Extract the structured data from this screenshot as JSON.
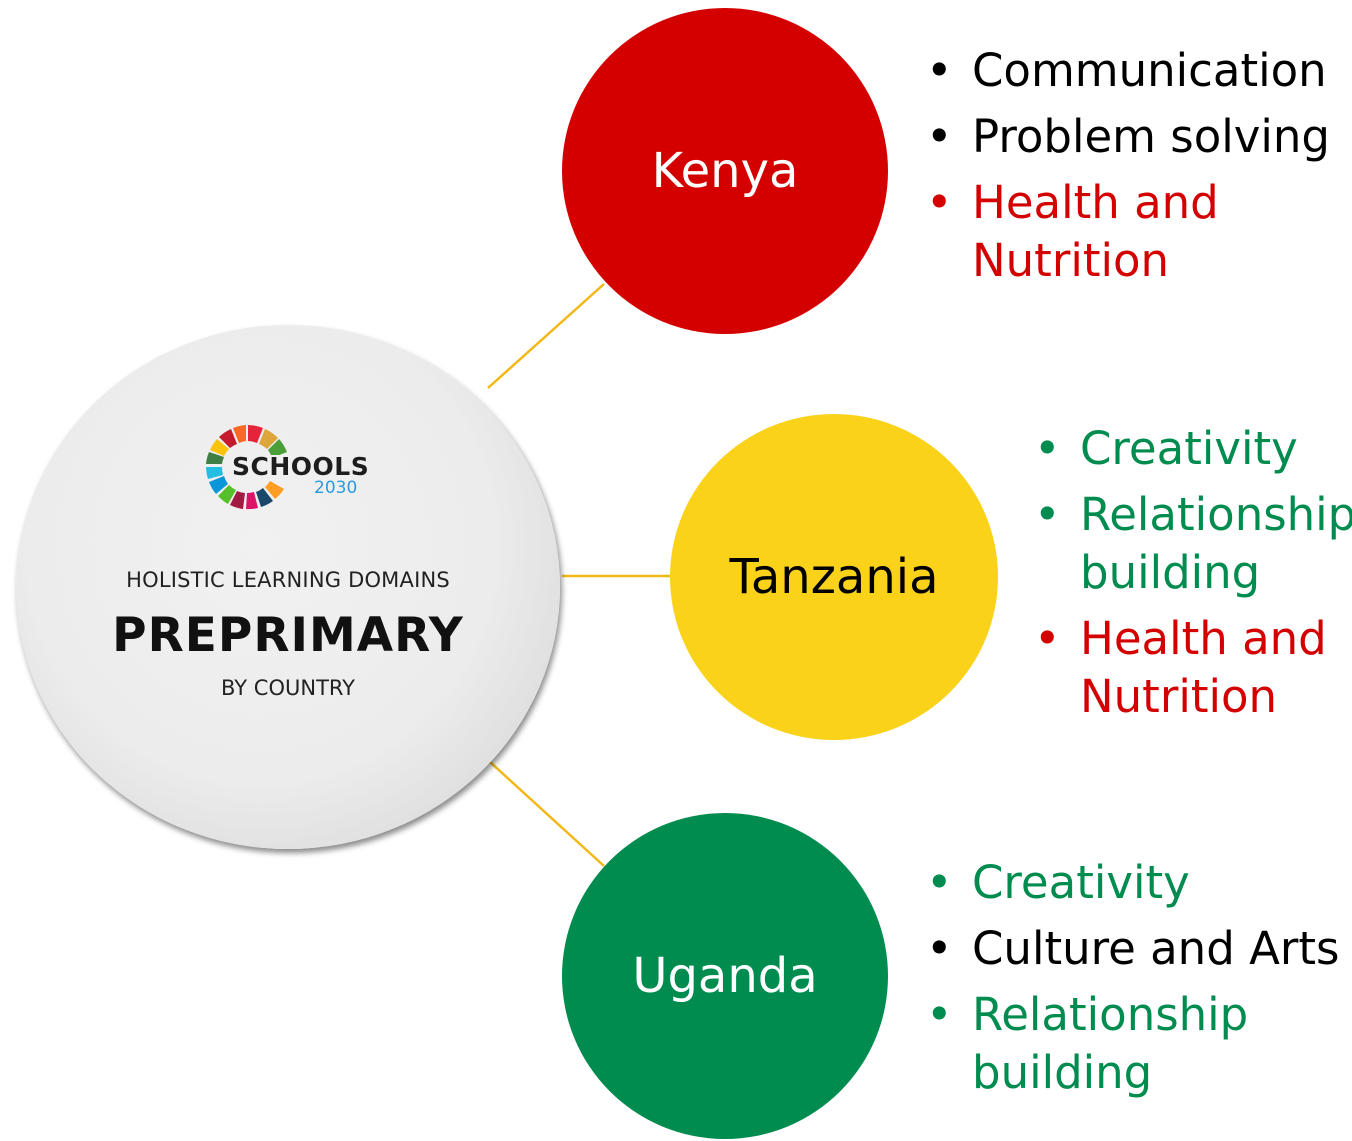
{
  "center": {
    "logo_word": "SCHOOLS",
    "logo_year": "2030",
    "tagline_top": "HOLISTIC LEARNING DOMAINS",
    "tagline_main": "PREPRIMARY",
    "tagline_bottom": "BY COUNTRY"
  },
  "colors": {
    "kenya": "#d40000",
    "tanzania": "#fad21a",
    "uganda": "#008c4f",
    "connector": "#f2b817",
    "text_red": "#d40000",
    "text_green": "#008c4f",
    "text_black": "#000000"
  },
  "countries": [
    {
      "name": "Kenya",
      "domains": [
        {
          "text": "Communication",
          "color": "#000000"
        },
        {
          "text": "Problem solving",
          "color": "#000000"
        },
        {
          "text": "Health and\nNutrition",
          "color": "#d40000"
        }
      ]
    },
    {
      "name": "Tanzania",
      "domains": [
        {
          "text": "Creativity",
          "color": "#008c4f"
        },
        {
          "text": "Relationship\nbuilding",
          "color": "#008c4f"
        },
        {
          "text": "Health and\nNutrition",
          "color": "#d40000"
        }
      ]
    },
    {
      "name": "Uganda",
      "domains": [
        {
          "text": "Creativity",
          "color": "#008c4f"
        },
        {
          "text": "Culture and Arts",
          "color": "#000000"
        },
        {
          "text": "Relationship\nbuilding",
          "color": "#008c4f"
        }
      ]
    }
  ]
}
